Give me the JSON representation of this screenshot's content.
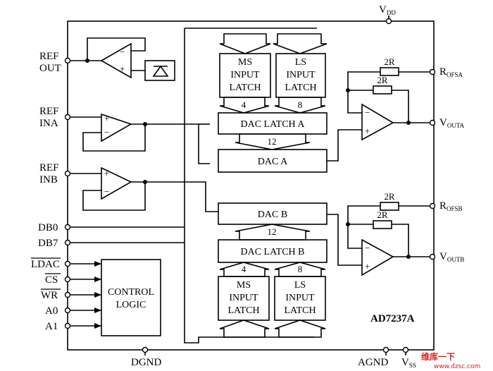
{
  "title": "AD7237A",
  "pins": {
    "vdd": {
      "main": "V",
      "sub": "DD"
    },
    "ref_out": [
      "REF",
      "OUT"
    ],
    "ref_ina": [
      "REF",
      "INA"
    ],
    "ref_inb": [
      "REF",
      "INB"
    ],
    "db0": "DB0",
    "db7": "DB7",
    "ldac": "LDAC",
    "cs": "CS",
    "wr": "WR",
    "a0": "A0",
    "a1": "A1",
    "dgnd": "DGND",
    "agnd": "AGND",
    "vss": {
      "main": "V",
      "sub": "SS"
    },
    "rofsa": {
      "main": "R",
      "sub": "OFSA"
    },
    "vouta": {
      "main": "V",
      "sub": "OUTA"
    },
    "rofsb": {
      "main": "R",
      "sub": "OFSB"
    },
    "voutb": {
      "main": "V",
      "sub": "OUTB"
    }
  },
  "blocks": {
    "ms_latch_a": [
      "MS",
      "INPUT",
      "LATCH"
    ],
    "ls_latch_a": [
      "LS",
      "INPUT",
      "LATCH"
    ],
    "dac_latch_a": "DAC LATCH A",
    "dac_a": "DAC A",
    "dac_b": "DAC B",
    "dac_latch_b": "DAC LATCH B",
    "ms_latch_b": [
      "MS",
      "INPUT",
      "LATCH"
    ],
    "ls_latch_b": [
      "LS",
      "INPUT",
      "LATCH"
    ],
    "control_logic": [
      "CONTROL",
      "LOGIC"
    ]
  },
  "bus_widths": {
    "ms_a": "4",
    "ls_a": "8",
    "dac_a": "12",
    "dac_b": "12",
    "ms_b": "4",
    "ls_b": "8"
  },
  "resistors": {
    "a1": "2R",
    "a2": "2R",
    "b1": "2R",
    "b2": "2R"
  },
  "watermark": {
    "text": "维库一下",
    "url": "www.dzsc.com"
  }
}
